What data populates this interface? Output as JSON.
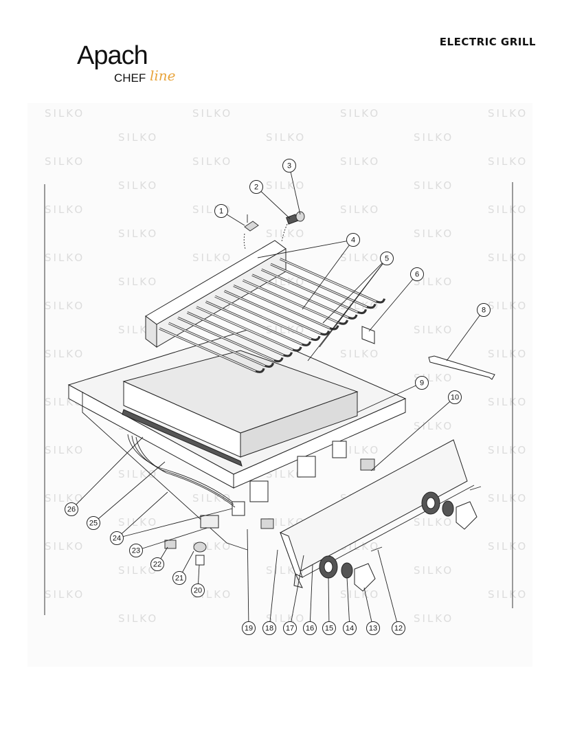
{
  "header": {
    "brand_main": "Apach",
    "brand_sub_chef": "CHEF",
    "brand_sub_line": "line",
    "title": "ELECTRIC GRILL"
  },
  "watermark_text": "SILKO",
  "callouts": [
    "1",
    "2",
    "3",
    "4",
    "5",
    "6",
    "8",
    "9",
    "10",
    "12",
    "13",
    "14",
    "15",
    "16",
    "17",
    "18",
    "19",
    "20",
    "21",
    "22",
    "23",
    "24",
    "25",
    "26"
  ],
  "colors": {
    "logo_accent": "#e8a33a",
    "watermark": "#dcdcdc",
    "line": "#222222"
  }
}
